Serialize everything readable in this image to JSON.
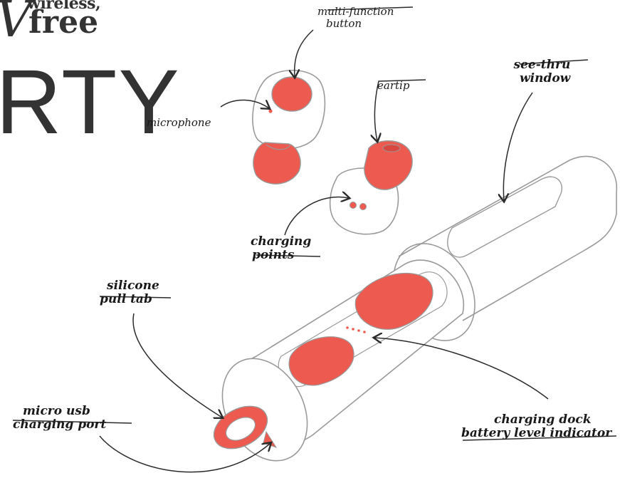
{
  "brand": {
    "small_text": "wireless,",
    "big_text": "free",
    "v_glyph": "V",
    "partial_title": "RTY"
  },
  "labels": {
    "multi_function_button": [
      "multi-function",
      "button"
    ],
    "microphone": "microphone",
    "eartip": "eartip",
    "see_thru_window": [
      "see-thru",
      "window"
    ],
    "charging_points": [
      "charging",
      "points"
    ],
    "silicone_pull_tab": [
      "silicone",
      "pull tab"
    ],
    "micro_usb_charging_port": [
      "micro usb",
      "charging port"
    ],
    "charging_dock_battery_level_indicator": [
      "charging dock",
      "battery level indicator"
    ]
  },
  "colors": {
    "accent_red": "#ec5a50",
    "line": "#2b2b2b",
    "outline": "#9a9a9a"
  }
}
